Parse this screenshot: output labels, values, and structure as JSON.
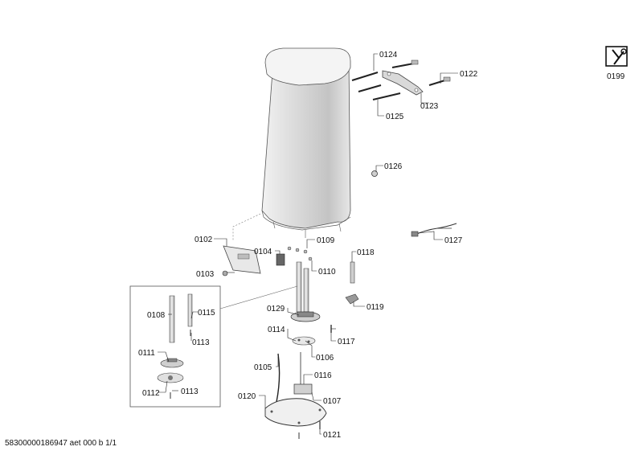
{
  "labels": {
    "p0124": "0124",
    "p0122": "0122",
    "p0123": "0123",
    "p0125": "0125",
    "p0126": "0126",
    "p0199": "0199",
    "p0102": "0102",
    "p0104": "0104",
    "p0109": "0109",
    "p0103": "0103",
    "p0110": "0110",
    "p0118": "0118",
    "p0127": "0127",
    "p0108": "0108",
    "p0115": "0115",
    "p0113a": "0113",
    "p0111": "0111",
    "p0112": "0112",
    "p0113b": "0113",
    "p0129": "0129",
    "p0119": "0119",
    "p0114": "0114",
    "p0117": "0117",
    "p0106": "0106",
    "p0105": "0105",
    "p0116": "0116",
    "p0120": "0120",
    "p0107": "0107",
    "p0121": "0121"
  },
  "footer": "58300000186947 aet 000 b 1/1"
}
